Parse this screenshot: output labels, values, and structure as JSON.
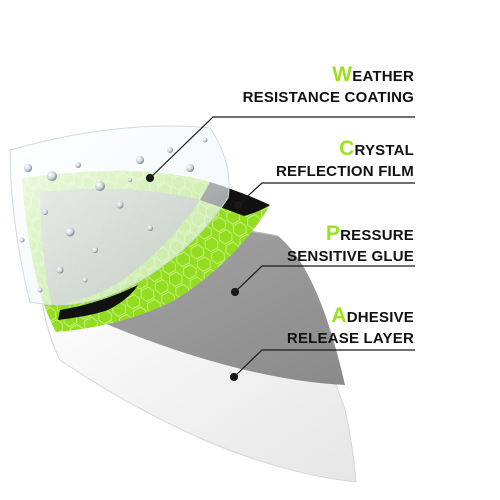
{
  "colors": {
    "accent_green": "#9be21c",
    "accent_green_dark": "#5fa10a",
    "film_green": "#8fd81f",
    "glue_gray": "#9a9a9a",
    "liner_white": "#f4f4f4",
    "text_dark": "#111111",
    "leader_line": "#1a1a1a"
  },
  "layers": [
    {
      "id": "weather",
      "initial": "W",
      "rest_line1": "EATHER",
      "line2": "RESISTANCE COATING"
    },
    {
      "id": "crystal",
      "initial": "C",
      "rest_line1": "RYSTAL",
      "line2": "REFLECTION FILM"
    },
    {
      "id": "pressure",
      "initial": "P",
      "rest_line1": "RESSURE",
      "line2": "SENSITIVE GLUE"
    },
    {
      "id": "adhesive",
      "initial": "A",
      "rest_line1": "DHESIVE",
      "line2": "RELEASE LAYER"
    }
  ]
}
